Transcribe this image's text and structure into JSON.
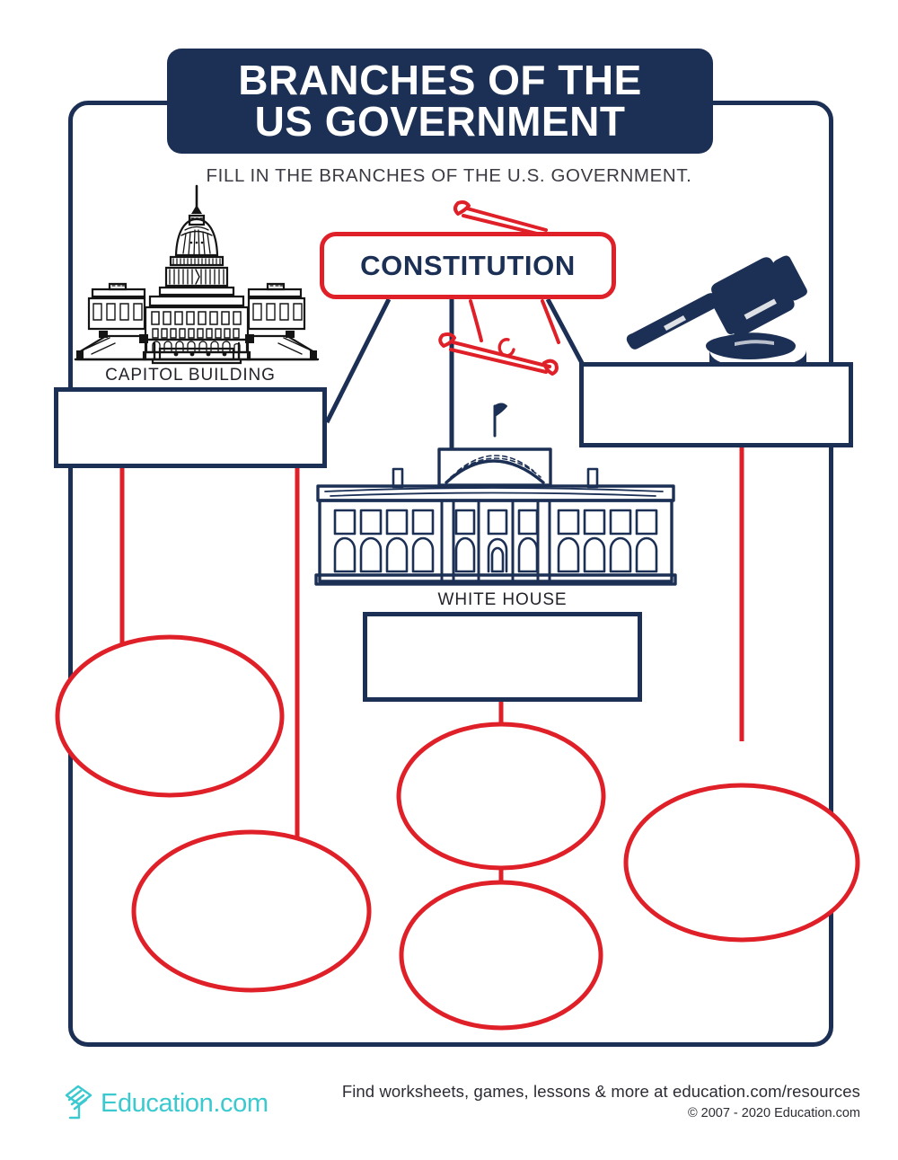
{
  "worksheet": {
    "title": "BRANCHES OF THE\nUS GOVERNMENT",
    "subtitle": "FILL IN THE BRANCHES OF THE U.S. GOVERNMENT.",
    "central_node": "CONSTITUTION"
  },
  "colors": {
    "navy": "#1c3055",
    "red": "#e02028",
    "teal": "#3bc9d0",
    "white": "#ffffff",
    "text_dark": "#2c2c34"
  },
  "illustrations": [
    {
      "id": "capitol-building",
      "caption": "CAPITOL BUILDING",
      "icon": "capitol-building-icon"
    },
    {
      "id": "white-house",
      "caption": "WHITE HOUSE",
      "icon": "white-house-icon"
    },
    {
      "id": "gavel",
      "caption": "",
      "icon": "gavel-icon"
    },
    {
      "id": "scroll-quill",
      "caption": "",
      "icon": "scroll-quill-icon"
    }
  ],
  "answer_boxes": [
    {
      "id": "legislative-branch-box",
      "value": "",
      "placeholder": ""
    },
    {
      "id": "judicial-branch-box",
      "value": "",
      "placeholder": ""
    },
    {
      "id": "executive-branch-box",
      "value": "",
      "placeholder": ""
    }
  ],
  "answer_ellipses": [
    {
      "id": "legislative-sub-1",
      "value": ""
    },
    {
      "id": "legislative-sub-2",
      "value": ""
    },
    {
      "id": "executive-sub-1",
      "value": ""
    },
    {
      "id": "executive-sub-2",
      "value": ""
    },
    {
      "id": "judicial-sub-1",
      "value": ""
    }
  ],
  "footer": {
    "brand": "Education.com",
    "promo": "Find worksheets, games, lessons & more at education.com/resources",
    "copyright": "© 2007 - 2020 Education.com"
  }
}
